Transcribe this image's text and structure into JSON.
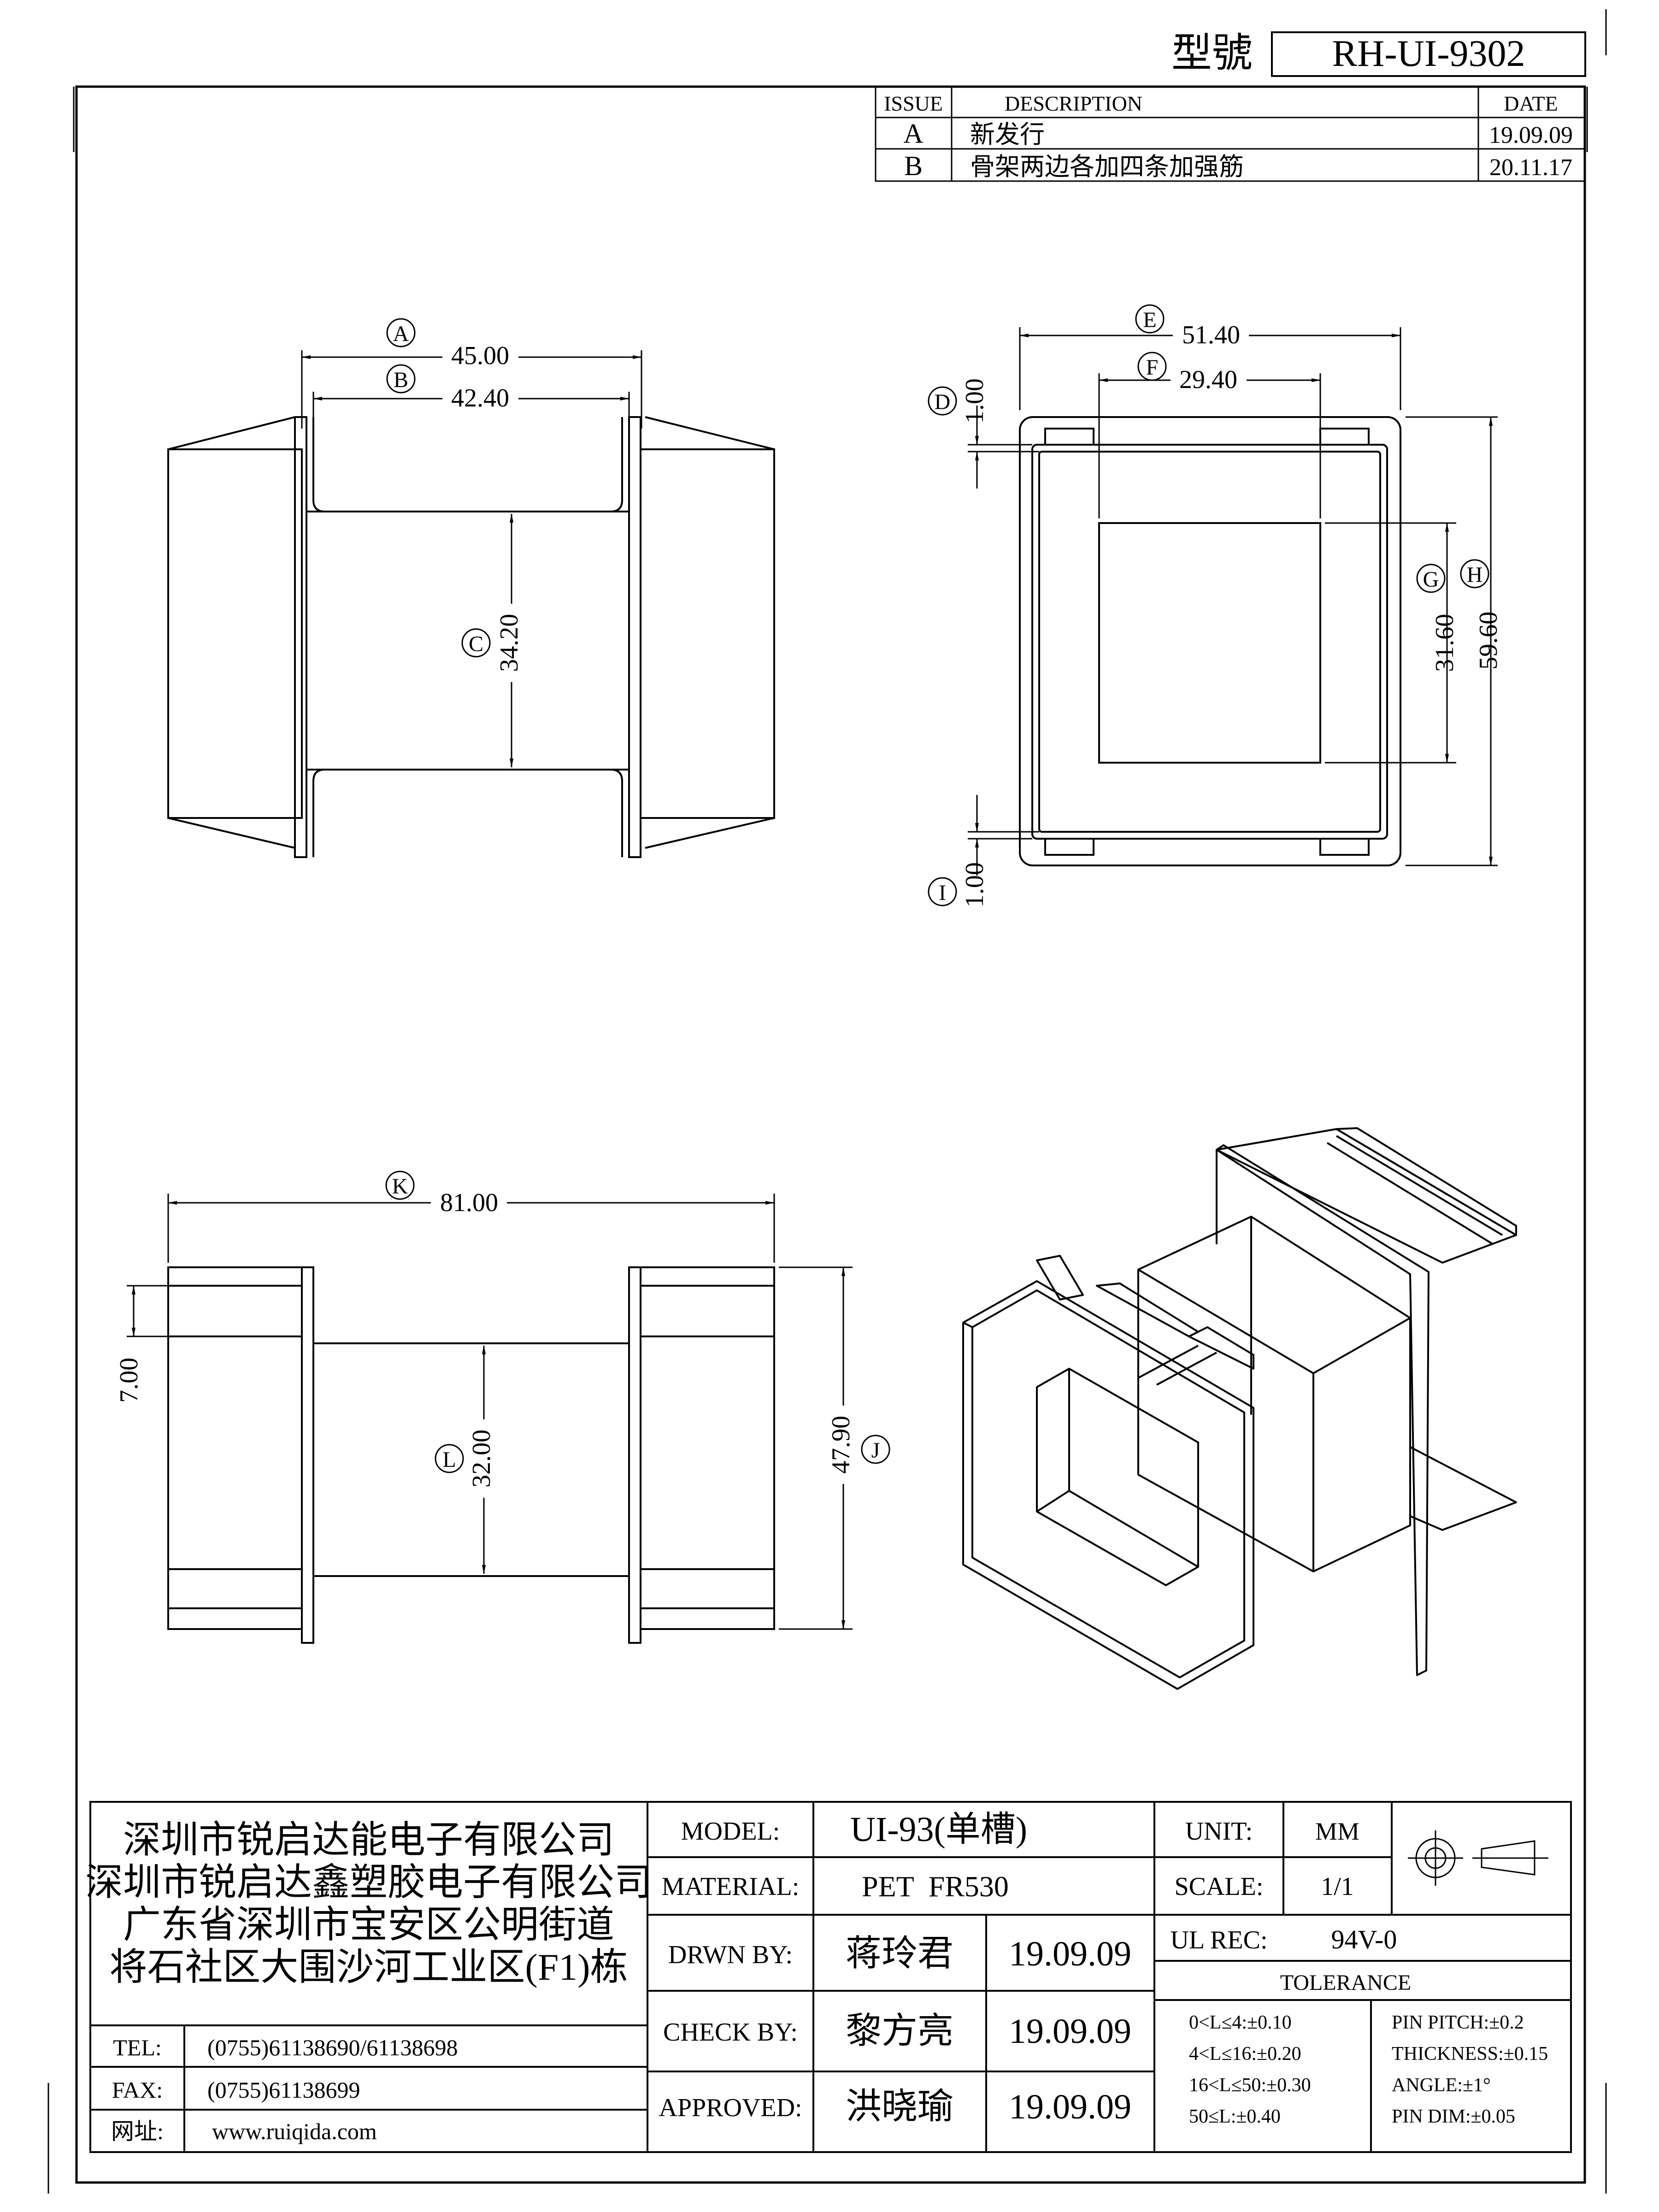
{
  "header": {
    "model_label": "型號",
    "model_no": "RH-UI-9302"
  },
  "revisions": {
    "col_issue": "ISSUE",
    "col_desc": "DESCRIPTION",
    "col_date": "DATE",
    "rows": [
      {
        "issue": "A",
        "desc": "新发行",
        "date": "19.09.09"
      },
      {
        "issue": "B",
        "desc": "骨架两边各加四条加强筋",
        "date": "20.11.17"
      }
    ]
  },
  "dimensions": {
    "A": {
      "tag": "A",
      "value": "45.00"
    },
    "B": {
      "tag": "B",
      "value": "42.40"
    },
    "C": {
      "tag": "C",
      "value": "34.20"
    },
    "D": {
      "tag": "D",
      "value": "1.00"
    },
    "E": {
      "tag": "E",
      "value": "51.40"
    },
    "F": {
      "tag": "F",
      "value": "29.40"
    },
    "G": {
      "tag": "G",
      "value": "31.60"
    },
    "H": {
      "tag": "H",
      "value": "59.60"
    },
    "I": {
      "tag": "I",
      "value": "1.00"
    },
    "J": {
      "tag": "J",
      "value": "47.90"
    },
    "K": {
      "tag": "K",
      "value": "81.00"
    },
    "L": {
      "tag": "L",
      "value": "32.00"
    },
    "M": {
      "tag": "",
      "value": "7.00"
    }
  },
  "title_block": {
    "company": [
      "深圳市锐启达能电子有限公司",
      "深圳市锐启达鑫塑胶电子有限公司",
      "广东省深圳市宝安区公明街道",
      "将石社区大围沙河工业区(F1)栋"
    ],
    "contact": {
      "tel_label": "TEL:",
      "tel": "(0755)61138690/61138698",
      "fax_label": "FAX:",
      "fax": "(0755)61138699",
      "web_label": "网址:",
      "web": "www.ruiqida.com"
    },
    "model_label": "MODEL:",
    "model": "UI-93(单槽)",
    "material_label": "MATERIAL:",
    "material": "PET  FR530",
    "drawn_label": "DRWN BY:",
    "drawn_by": "蒋玲君",
    "drawn_date": "19.09.09",
    "check_label": "CHECK BY:",
    "check_by": "黎方亮",
    "check_date": "19.09.09",
    "approved_label": "APPROVED:",
    "approved_by": "洪晓瑜",
    "approved_date": "19.09.09",
    "unit_label": "UNIT:",
    "unit": "MM",
    "scale_label": "SCALE:",
    "scale": "1/1",
    "ul_label": "UL REC:",
    "ul": "94V-0",
    "tolerance_title": "TOLERANCE",
    "tolerances_left": [
      "0<L≤4:±0.10",
      "4<L≤16:±0.20",
      "16<L≤50:±0.30",
      "50≤L:±0.40"
    ],
    "tolerances_right": [
      "PIN PITCH:±0.2",
      "THICKNESS:±0.15",
      "ANGLE:±1°",
      "PIN DIM:±0.05"
    ]
  }
}
